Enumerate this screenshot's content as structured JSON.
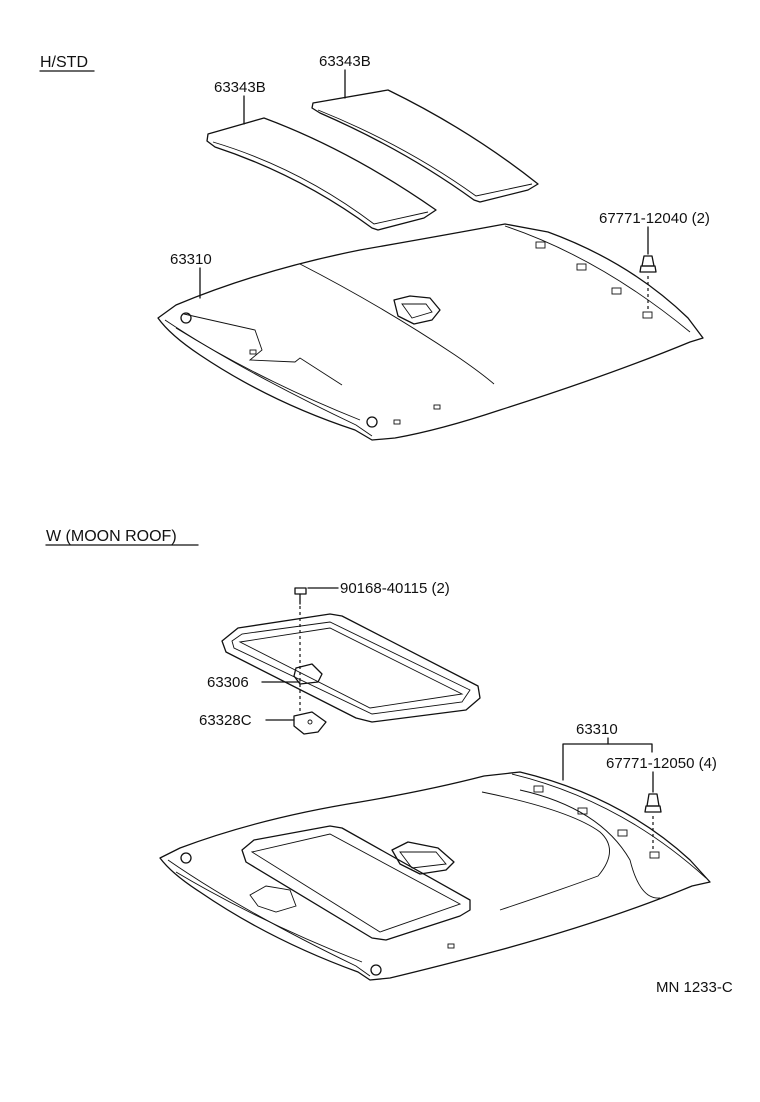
{
  "sections": {
    "standard": "H/STD",
    "moonroof": "W (MOON ROOF)"
  },
  "parts": {
    "pad_left": "63343B",
    "pad_right": "63343B",
    "headliner_std": "63310",
    "clip_std": "67771-12040 (2)",
    "screw": "90168-40115 (2)",
    "trim_frame": "63306",
    "bracket": "63328C",
    "headliner_moon": "63310",
    "clip_moon": "67771-12050 (4)"
  },
  "reference_code": "MN 1233-C"
}
